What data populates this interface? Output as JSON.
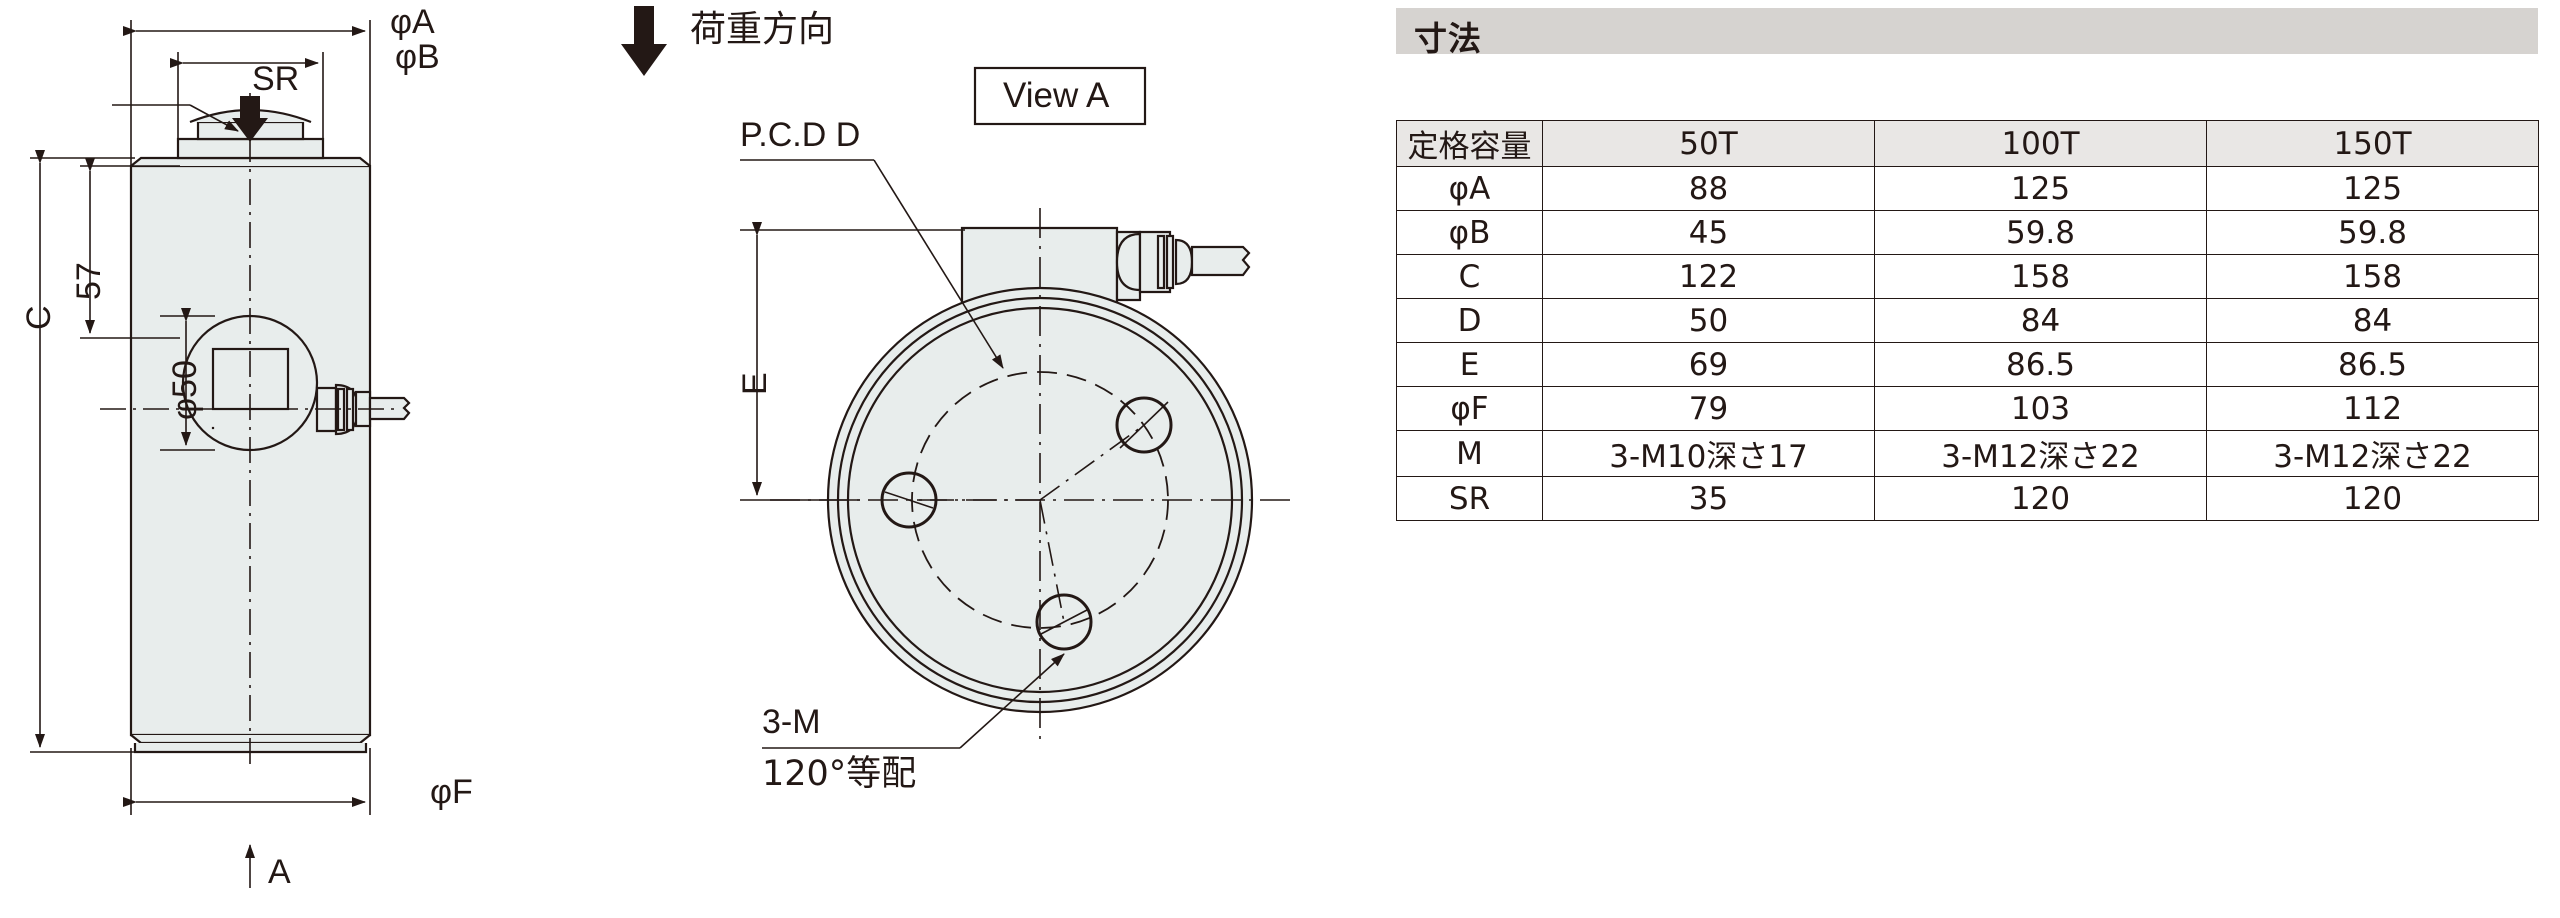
{
  "drawing": {
    "front_view": {
      "dim_phiA": "φA",
      "dim_phiB": "φB",
      "dim_SR": "SR",
      "dim_C": "C",
      "dim_57": "57",
      "dim_phi50": "φ50",
      "dim_phiF": "φF",
      "view_arrow_label": "A",
      "load_direction_label": "荷重方向"
    },
    "side_view": {
      "title_box": "View A",
      "pcd_label": "P.C.D D",
      "dim_E": "E",
      "thread_label": "3-M",
      "spacing_label": "120°等配"
    }
  },
  "table_panel": {
    "heading": "寸法",
    "columns": [
      "定格容量",
      "50T",
      "100T",
      "150T"
    ],
    "rows": [
      {
        "label": "φA",
        "v50": "88",
        "v100": "125",
        "v150": "125"
      },
      {
        "label": "φB",
        "v50": "45",
        "v100": "59.8",
        "v150": "59.8"
      },
      {
        "label": "C",
        "v50": "122",
        "v100": "158",
        "v150": "158"
      },
      {
        "label": "D",
        "v50": "50",
        "v100": "84",
        "v150": "84"
      },
      {
        "label": "E",
        "v50": "69",
        "v100": "86.5",
        "v150": "86.5"
      },
      {
        "label": "φF",
        "v50": "79",
        "v100": "103",
        "v150": "112"
      },
      {
        "label": "M",
        "v50": "3-M10深さ17",
        "v100": "3-M12深さ22",
        "v150": "3-M12深さ22"
      },
      {
        "label": "SR",
        "v50": "35",
        "v100": "120",
        "v150": "120"
      }
    ]
  },
  "colors": {
    "line": "#231815",
    "body_fill": "#e8edec",
    "header_bar": "#d6d3d0",
    "table_header": "#e9e7e5"
  }
}
